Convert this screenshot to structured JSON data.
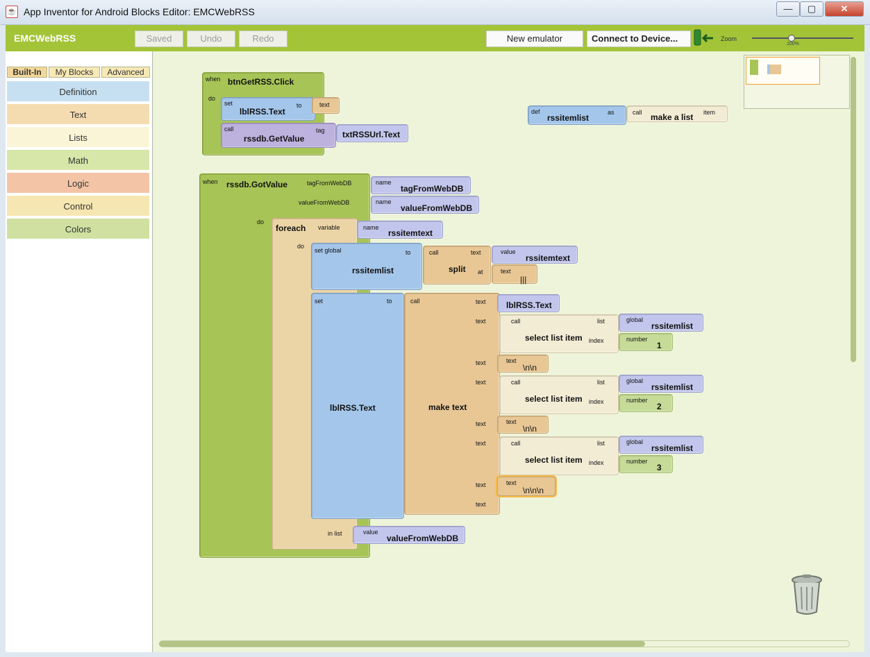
{
  "window": {
    "title": "App Inventor for Android Blocks Editor: EMCWebRSS",
    "buttons": {
      "minimize": "—",
      "maximize": "▢",
      "close": "✕"
    }
  },
  "toolbar": {
    "app_name": "EMCWebRSS",
    "saved": "Saved",
    "undo": "Undo",
    "redo": "Redo",
    "new_emulator": "New emulator",
    "connect": "Connect to Device...",
    "zoom_label": "Zoom",
    "zoom_value": "100%"
  },
  "palette": {
    "tabs": [
      "Built-In",
      "My Blocks",
      "Advanced"
    ],
    "items": [
      {
        "label": "Definition",
        "color": "#c7e0f1"
      },
      {
        "label": "Text",
        "color": "#f5dcb0"
      },
      {
        "label": "Lists",
        "color": "#fbf5d8"
      },
      {
        "label": "Math",
        "color": "#d6e7a9"
      },
      {
        "label": "Logic",
        "color": "#f4c4a6"
      },
      {
        "label": "Control",
        "color": "#f6e6b1"
      },
      {
        "label": "Colors",
        "color": "#cfe0a0"
      }
    ]
  },
  "blocks": {
    "b1": {
      "when": "when",
      "event": "btnGetRSS.Click",
      "do": "do",
      "set": "set",
      "target": "lblRSS.Text",
      "to": "to",
      "text_kw": "text",
      "call": "call",
      "method": "rssdb.GetValue",
      "tag": "tag",
      "tag_value": "txtRSSUrl.Text"
    },
    "def": {
      "def": "def",
      "name": "rssitemlist",
      "as": "as",
      "call": "call",
      "func": "make a list",
      "item": "item"
    },
    "b2": {
      "when": "when",
      "event": "rssdb.GotValue",
      "p1": "tagFromWebDB",
      "p2": "valueFromWebDB",
      "name_kw": "name",
      "do": "do",
      "foreach": "foreach",
      "variable": "variable",
      "var_name": "rssitemtext",
      "foreach_do": "do",
      "setglobal": "set global",
      "global_name": "rssitemlist",
      "to": "to",
      "call": "call",
      "split": "split",
      "text_kw": "text",
      "at": "at",
      "value_kw": "value",
      "split_value": "rssitemtext",
      "split_at": "|||",
      "set": "set",
      "set2_target": "lblRSS.Text",
      "make_text": "make text",
      "lbl_ref": "lblRSS.Text",
      "select": "select list item",
      "list_kw": "list",
      "index_kw": "index",
      "global_kw": "global",
      "global_ref": "rssitemlist",
      "number_kw": "number",
      "n1": "1",
      "n2": "2",
      "n3": "3",
      "sep1": "\\n\\n",
      "sep2": "\\n\\n",
      "sep3": "\\n\\n\\n",
      "in_list": "in list",
      "in_list_value": "valueFromWebDB"
    }
  }
}
